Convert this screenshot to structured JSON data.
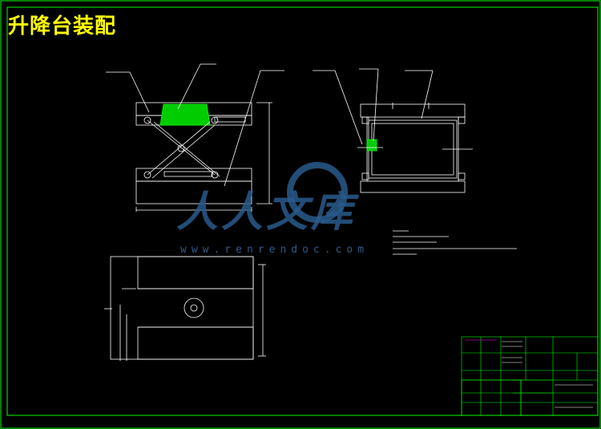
{
  "title": "升降台装配",
  "watermark": {
    "text": "人人文库",
    "url": "www.renrendoc.com"
  },
  "colors": {
    "background": "#000000",
    "frame": "#00ff00",
    "line": "#ffffff",
    "title": "#ffff00",
    "hatch": "#00ff00",
    "watermark": "#2a5a8c",
    "highlight": "#ff00ff"
  }
}
